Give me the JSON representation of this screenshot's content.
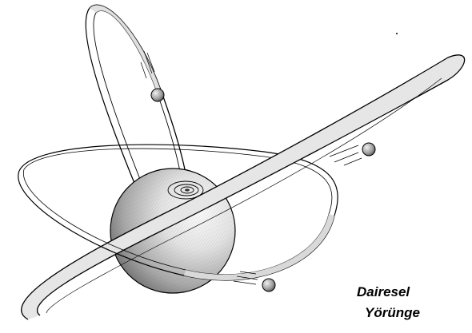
{
  "caption": {
    "line1": "Dairesel",
    "line2": "Yörünge"
  },
  "colors": {
    "ink": "#000000",
    "background": "#ffffff",
    "sphere_light": "#f5f5f5",
    "sphere_mid": "#c8c8c8",
    "sphere_dark": "#555555",
    "orbit_fill": "#d9d9d9"
  },
  "icons": {
    "nucleus": "sphere",
    "electrons": "small-sphere",
    "orbits": "elliptical-ribbon"
  }
}
